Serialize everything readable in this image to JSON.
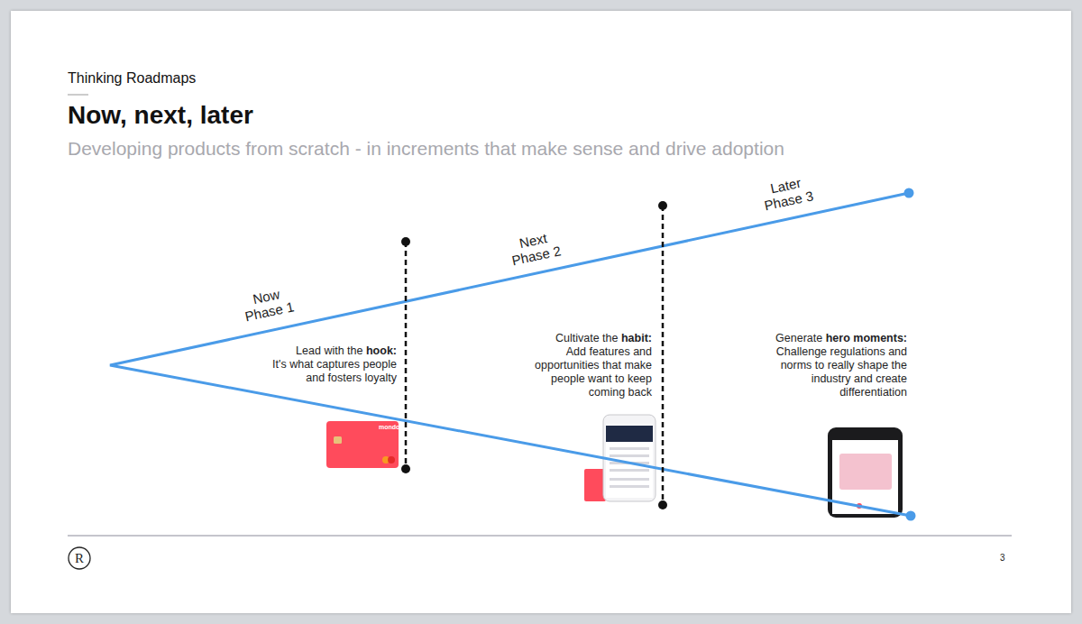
{
  "diagram": {
    "title": "Now, next, later",
    "labels": [
      "Thinking Roadmaps",
      "Developing products from scratch - in increments that make sense and drive adoption",
      "Now Phase 1",
      "Next Phase 2",
      "Later Phase 3",
      "Lead with the",
      "hook:",
      "It's what captures people and fosters loyalty",
      "Cultivate the",
      "habit:",
      "Add features and opportunities that make people want to keep coming back",
      "Generate",
      "hero moments:",
      "Challenge regulations and norms to really shape the industry and create differentiation",
      "mondo",
      "R",
      "3"
    ]
  }
}
